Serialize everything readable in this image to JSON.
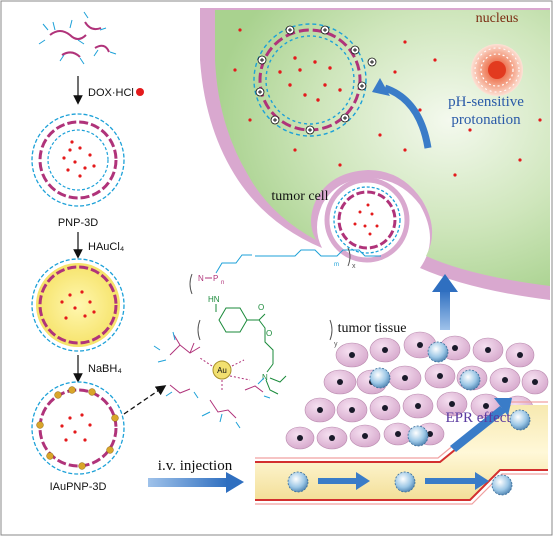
{
  "labels": {
    "dox": "DOX·HCl",
    "pnp": "PNP-3D",
    "haucl": "HAuCl₄",
    "nabh": "NaBH₄",
    "iaupnp": "IAuPNP-3D",
    "iv": "i.v. injection",
    "tissue": "tumor tissue",
    "cell": "tumor cell",
    "nucleus": "nucleus",
    "ph1": "pH-sensitive",
    "ph2": "protonation",
    "epr": "EPR effect",
    "au": "Au",
    "sub_n": "n",
    "sub_m": "m",
    "sub_x": "x",
    "sub_y": "y",
    "nh": "HN",
    "o": "O",
    "n_atom": "N",
    "p_atom": "P"
  },
  "colors": {
    "polymer": "#b0337a",
    "chain": "#1da1d8",
    "drug": "#e41a1c",
    "gold": "#d9a52a",
    "cell_green": "#b8dca0",
    "membrane": "#d9a8cf",
    "vessel": "#f5e6a8",
    "arrow_blue": "#3a7cc8",
    "nucleus_text": "#7a2a10",
    "ph_text": "#2a5aa8",
    "epr_text": "#6a3aa0"
  }
}
